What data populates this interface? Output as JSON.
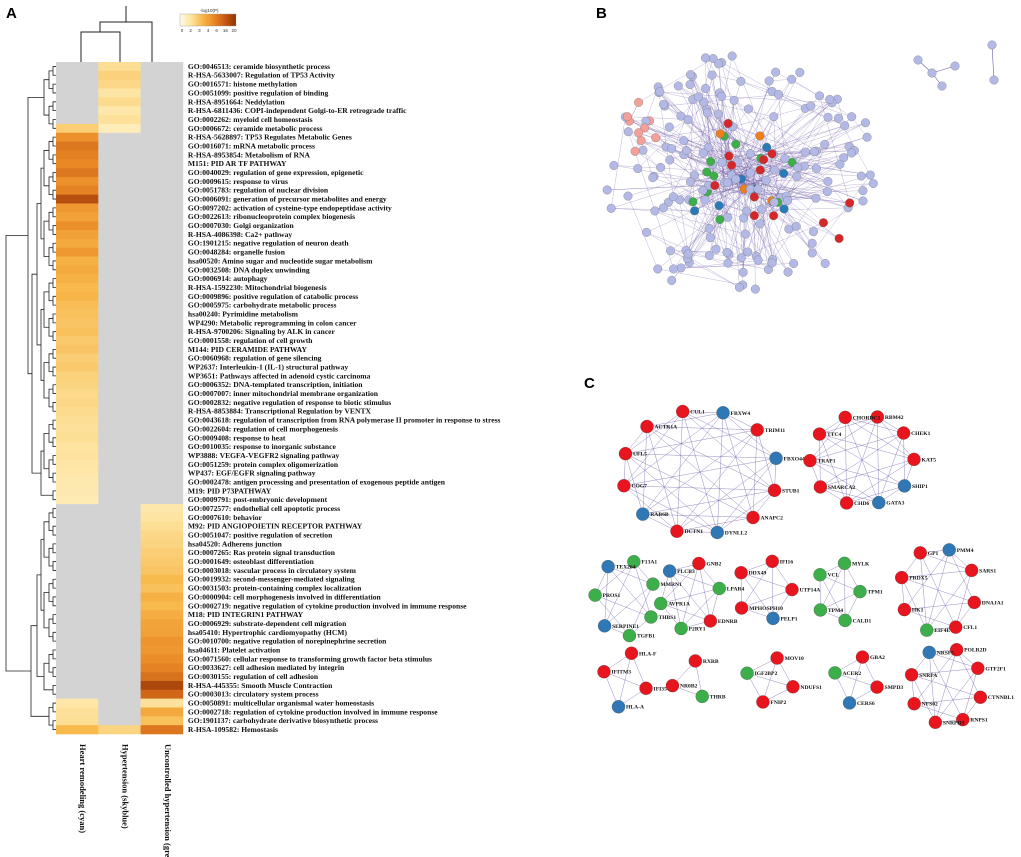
{
  "panels": {
    "a": "A",
    "b": "B",
    "c": "C"
  },
  "legend": {
    "title": "-log10(P)",
    "ticks": [
      "0",
      "2",
      "3",
      "4",
      "6",
      "16",
      "20"
    ],
    "colors": [
      "#fffbe6",
      "#fde4a0",
      "#f8b74a",
      "#ea8a26",
      "#c85a15",
      "#8e3304"
    ]
  },
  "chart_data": {
    "type": "heatmap",
    "columns": [
      "Heart remodeling (cyan)",
      "Hypertension (skyblue)",
      "Uncontrolled hypertension (greenyellow)"
    ],
    "rows": [
      "GO:0046513: ceramide biosynthetic process",
      "R-HSA-5633007: Regulation of TP53 Activity",
      "GO:0016571: histone methylation",
      "GO:0051099: positive regulation of binding",
      "R-HSA-8951664: Neddylation",
      "R-HSA-6811436: COPI-independent Golgi-to-ER retrograde traffic",
      "GO:0002262: myeloid cell homeostasis",
      "GO:0006672: ceramide metabolic process",
      "R-HSA-5628897: TP53 Regulates Metabolic Genes",
      "GO:0016071: mRNA metabolic process",
      "R-HSA-8953854: Metabolism of RNA",
      "M151: PID AR TF PATHWAY",
      "GO:0040029: regulation of gene expression, epigenetic",
      "GO:0009615: response to virus",
      "GO:0051783: regulation of nuclear division",
      "GO:0006091: generation of precursor metabolites and energy",
      "GO:0097202: activation of cysteine-type endopeptidase activity",
      "GO:0022613: ribonucleoprotein complex biogenesis",
      "GO:0007030: Golgi organization",
      "R-HSA-4086398: Ca2+ pathway",
      "GO:1901215: negative regulation of neuron death",
      "GO:0048284: organelle fusion",
      "hsa00520: Amino sugar and nucleotide sugar metabolism",
      "GO:0032508: DNA duplex unwinding",
      "GO:0006914: autophagy",
      "R-HSA-1592230: Mitochondrial biogenesis",
      "GO:0009896: positive regulation of catabolic process",
      "GO:0005975: carbohydrate metabolic process",
      "hsa00240: Pyrimidine metabolism",
      "WP4290: Metabolic reprogramming in colon cancer",
      "R-HSA-9700206: Signaling by ALK in cancer",
      "GO:0001558: regulation of cell growth",
      "M144: PID CERAMIDE PATHWAY",
      "GO:0060968: regulation of gene silencing",
      "WP2637: Interleukin-1 (IL-1) structural pathway",
      "WP3651: Pathways affected in adenoid cystic carcinoma",
      "GO:0006352: DNA-templated transcription, initiation",
      "GO:0007007: inner mitochondrial membrane organization",
      "GO:0002832: negative regulation of response to biotic stimulus",
      "R-HSA-8853884: Transcriptional Regulation by VENTX",
      "GO:0043618: regulation of transcription from RNA polymerase II promoter in response to stress",
      "GO:0022604: regulation of cell morphogenesis",
      "GO:0009408: response to heat",
      "GO:0010035: response to inorganic substance",
      "WP3888: VEGFA-VEGFR2 signaling pathway",
      "GO:0051259: protein complex oligomerization",
      "WP437: EGF/EGFR signaling pathway",
      "GO:0002478: antigen processing and presentation of exogenous peptide antigen",
      "M19: PID P73PATHWAY",
      "GO:0009791: post-embryonic development",
      "GO:0072577: endothelial cell apoptotic process",
      "GO:0007610: behavior",
      "M92: PID ANGIOPOIETIN RECEPTOR PATHWAY",
      "GO:0051047: positive regulation of secretion",
      "hsa04520: Adherens junction",
      "GO:0007265: Ras protein signal transduction",
      "GO:0001649: osteoblast differentiation",
      "GO:0003018: vascular process in circulatory system",
      "GO:0019932: second-messenger-mediated signaling",
      "GO:0031503: protein-containing complex localization",
      "GO:0000904: cell morphogenesis involved in differentiation",
      "GO:0002719: negative regulation of cytokine production involved in immune response",
      "M18: PID INTEGRIN1 PATHWAY",
      "GO:0006929: substrate-dependent cell migration",
      "hsa05410: Hypertrophic cardiomyopathy (HCM)",
      "GO:0010700: negative regulation of norepinephrine secretion",
      "hsa04611: Platelet activation",
      "GO:0071560: cellular response to transforming growth factor beta stimulus",
      "GO:0033627: cell adhesion mediated by integrin",
      "GO:0030155: regulation of cell adhesion",
      "R-HSA-445355: Smooth Muscle Contraction",
      "GO:0003013: circulatory system process",
      "GO:0050891: multicellular organismal water homeostasis",
      "GO:0002718: regulation of cytokine production involved in immune response",
      "GO:1901137: carbohydrate derivative biosynthetic process",
      "R-HSA-109582: Hemostasis"
    ],
    "values": [
      [
        null,
        3.2,
        null
      ],
      [
        null,
        4.0,
        null
      ],
      [
        null,
        3.6,
        null
      ],
      [
        null,
        2.6,
        null
      ],
      [
        null,
        3.4,
        null
      ],
      [
        null,
        2.4,
        null
      ],
      [
        null,
        3.0,
        null
      ],
      [
        4.2,
        1.8,
        null
      ],
      [
        8.0,
        null,
        null
      ],
      [
        9.5,
        null,
        null
      ],
      [
        9.0,
        null,
        null
      ],
      [
        8.5,
        null,
        null
      ],
      [
        9.5,
        null,
        null
      ],
      [
        8.0,
        null,
        null
      ],
      [
        8.8,
        null,
        null
      ],
      [
        12.0,
        null,
        null
      ],
      [
        7.5,
        null,
        null
      ],
      [
        7.0,
        null,
        null
      ],
      [
        8.0,
        null,
        null
      ],
      [
        7.0,
        null,
        null
      ],
      [
        6.5,
        null,
        null
      ],
      [
        7.5,
        null,
        null
      ],
      [
        6.0,
        null,
        null
      ],
      [
        6.5,
        null,
        null
      ],
      [
        6.0,
        null,
        null
      ],
      [
        5.5,
        null,
        null
      ],
      [
        5.8,
        null,
        null
      ],
      [
        5.2,
        null,
        null
      ],
      [
        5.0,
        null,
        null
      ],
      [
        4.8,
        null,
        null
      ],
      [
        5.0,
        null,
        null
      ],
      [
        4.5,
        null,
        null
      ],
      [
        4.8,
        null,
        null
      ],
      [
        4.2,
        null,
        null
      ],
      [
        4.5,
        null,
        null
      ],
      [
        4.0,
        null,
        null
      ],
      [
        3.8,
        null,
        null
      ],
      [
        3.5,
        null,
        null
      ],
      [
        3.6,
        null,
        null
      ],
      [
        3.4,
        null,
        null
      ],
      [
        3.2,
        null,
        null
      ],
      [
        3.0,
        null,
        null
      ],
      [
        3.2,
        null,
        null
      ],
      [
        2.8,
        null,
        null
      ],
      [
        2.9,
        null,
        null
      ],
      [
        2.6,
        null,
        null
      ],
      [
        2.5,
        null,
        null
      ],
      [
        2.3,
        null,
        null
      ],
      [
        2.2,
        null,
        null
      ],
      [
        2.0,
        null,
        null
      ],
      [
        null,
        null,
        2.4
      ],
      [
        null,
        null,
        2.8
      ],
      [
        null,
        null,
        3.2
      ],
      [
        null,
        null,
        3.6
      ],
      [
        null,
        null,
        3.8
      ],
      [
        null,
        null,
        4.2
      ],
      [
        null,
        null,
        4.5
      ],
      [
        null,
        null,
        4.8
      ],
      [
        null,
        null,
        5.5
      ],
      [
        null,
        null,
        5.0
      ],
      [
        null,
        null,
        6.0
      ],
      [
        null,
        null,
        5.5
      ],
      [
        null,
        null,
        6.2
      ],
      [
        null,
        null,
        6.8
      ],
      [
        null,
        null,
        7.0
      ],
      [
        null,
        null,
        7.8
      ],
      [
        null,
        null,
        7.5
      ],
      [
        null,
        null,
        8.2
      ],
      [
        null,
        null,
        8.8
      ],
      [
        null,
        null,
        9.8
      ],
      [
        null,
        null,
        12.5
      ],
      [
        null,
        null,
        10.5
      ],
      [
        2.5,
        null,
        3.0
      ],
      [
        3.0,
        null,
        6.5
      ],
      [
        3.2,
        null,
        5.0
      ],
      [
        5.5,
        3.8,
        9.5
      ]
    ],
    "network": {
      "clusters": [
        {
          "genes": [
            [
              "FBXW4",
              "blue"
            ],
            [
              "TRIM11",
              "red"
            ],
            [
              "FBXO44",
              "blue"
            ],
            [
              "STUB1",
              "red"
            ],
            [
              "ANAPC2",
              "red"
            ],
            [
              "DYNLL2",
              "blue"
            ],
            [
              "DCTN1",
              "red"
            ],
            [
              "RAB6B",
              "blue"
            ],
            [
              "COG7",
              "red"
            ],
            [
              "UFL5",
              "red"
            ],
            [
              "ACTR1A",
              "red"
            ],
            [
              "CUL1",
              "red"
            ]
          ]
        },
        {
          "genes": [
            [
              "RBM42",
              "red"
            ],
            [
              "CHEK1",
              "red"
            ],
            [
              "KAT5",
              "red"
            ],
            [
              "SHIP1",
              "blue"
            ],
            [
              "GATA3",
              "blue"
            ],
            [
              "CHD6",
              "red"
            ],
            [
              "SMARCA2",
              "red"
            ],
            [
              "TRAP1",
              "red"
            ],
            [
              "TTC4",
              "red"
            ],
            [
              "CHORDC1",
              "red"
            ]
          ]
        },
        {
          "genes": [
            [
              "F13A1",
              "green"
            ],
            [
              "MMRN1",
              "green"
            ],
            [
              "THBS1",
              "green"
            ],
            [
              "TGFB1",
              "green"
            ],
            [
              "SERPINE1",
              "blue"
            ],
            [
              "PROS1",
              "green"
            ],
            [
              "TEX264",
              "blue"
            ]
          ]
        },
        {
          "genes": [
            [
              "GNB2",
              "red"
            ],
            [
              "LPAR4",
              "green"
            ],
            [
              "EDNRB",
              "red"
            ],
            [
              "P2RY1",
              "green"
            ],
            [
              "AVPR1A",
              "green"
            ],
            [
              "PLCB3",
              "blue"
            ]
          ]
        },
        {
          "genes": [
            [
              "IFI16",
              "red"
            ],
            [
              "UTP14A",
              "red"
            ],
            [
              "PELP1",
              "blue"
            ],
            [
              "MPHOSPH10",
              "red"
            ],
            [
              "DDX49",
              "red"
            ]
          ]
        },
        {
          "genes": [
            [
              "MYLK",
              "green"
            ],
            [
              "TPM1",
              "green"
            ],
            [
              "CALD1",
              "green"
            ],
            [
              "TPM4",
              "green"
            ],
            [
              "VCL",
              "green"
            ]
          ]
        },
        {
          "genes": [
            [
              "PMM4",
              "blue"
            ],
            [
              "SARS1",
              "red"
            ],
            [
              "DNAJA1",
              "red"
            ],
            [
              "CFL1",
              "red"
            ],
            [
              "EIF4E",
              "green"
            ],
            [
              "HK1",
              "red"
            ],
            [
              "PRDX5",
              "red"
            ],
            [
              "GP1",
              "red"
            ]
          ]
        },
        {
          "genes": [
            [
              "HLA-F",
              "red"
            ],
            [
              "IFI35",
              "red"
            ],
            [
              "HLA-A",
              "blue"
            ],
            [
              "IFITM3",
              "red"
            ]
          ]
        },
        {
          "genes": [
            [
              "RXRB",
              "red"
            ],
            [
              "THRB",
              "green"
            ],
            [
              "NR0B2",
              "red"
            ]
          ]
        },
        {
          "genes": [
            [
              "MOV10",
              "red"
            ],
            [
              "NDUFS1",
              "red"
            ],
            [
              "FNIP2",
              "red"
            ],
            [
              "IGF2BP2",
              "green"
            ]
          ]
        },
        {
          "genes": [
            [
              "GBA2",
              "red"
            ],
            [
              "SMPD3",
              "red"
            ],
            [
              "CERS6",
              "blue"
            ],
            [
              "ACER2",
              "green"
            ]
          ]
        },
        {
          "genes": [
            [
              "POLR2D",
              "red"
            ],
            [
              "GTF2F1",
              "red"
            ],
            [
              "CTNNBL1",
              "red"
            ],
            [
              "RNPS1",
              "red"
            ],
            [
              "SNRPD3",
              "red"
            ],
            [
              "NFS02",
              "red"
            ],
            [
              "SNRPA",
              "red"
            ],
            [
              "NRSF5",
              "blue"
            ]
          ]
        }
      ]
    }
  }
}
